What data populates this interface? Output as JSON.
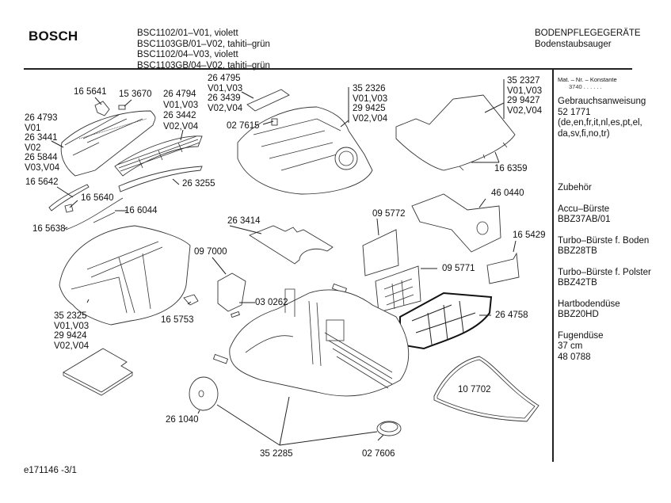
{
  "header": {
    "brand": "BOSCH",
    "models": [
      "BSC1102/01–V01, violett",
      "BSC1103GB/01–V02, tahiti–grün",
      "BSC1102/04–V03, violett",
      "BSC1103GB/04–V02, tahiti–grün"
    ],
    "category": "BODENPFLEGEGERÄTE",
    "subcategory": "Bodenstaubsauger"
  },
  "sidebar": {
    "mat_label": "Mat. – Nr. – Konstante",
    "mat_value": "3740 . . . . . .",
    "manual": {
      "title": "Gebrauchsanweisung",
      "number": "52 1771",
      "langs1": "(de,en,fr,it,nl,es,pt,el,",
      "langs2": "da,sv,fi,no,tr)"
    },
    "accessories_title": "Zubehör",
    "accessories": [
      {
        "name": "Accu–Bürste",
        "code": "BBZ37AB/01"
      },
      {
        "name": "Turbo–Bürste f. Boden",
        "code": "BBZ28TB"
      },
      {
        "name": "Turbo–Bürste f. Polster",
        "code": "BBZ42TB"
      },
      {
        "name": "Hartbodendüse",
        "code": "BBZ20HD"
      }
    ],
    "nozzle": {
      "name": "Fugendüse",
      "size": "37 cm",
      "code": "48 0788"
    }
  },
  "parts": {
    "p165641": "16 5641",
    "p153670": "15 3670",
    "p264794": [
      "26 4794",
      "V01,V03",
      "26 3442",
      "V02,V04"
    ],
    "p264793": [
      "26 4793",
      "V01",
      "26 3441",
      "V02",
      "26 5844",
      "V03,V04"
    ],
    "p264795": [
      "26 4795",
      "V01,V03",
      "26 3439",
      "V02,V04"
    ],
    "p027615": "02 7615",
    "p352326": [
      "35 2326",
      "V01,V03",
      "29 9425",
      "V02,V04"
    ],
    "p352327": [
      "35 2327",
      "V01,V03",
      "29 9427",
      "V02,V04"
    ],
    "p166359": "16 6359",
    "p165642": "16 5642",
    "p165640": "16 5640",
    "p166044": "16 6044",
    "p165638": "16 5638",
    "p263255": "26 3255",
    "p263414": "26 3414",
    "p460440": "46 0440",
    "p095772": "09 5772",
    "p165429": "16 5429",
    "p097000": "09 7000",
    "p095771": "09 5771",
    "p030262": "03 0262",
    "p352325": [
      "35 2325",
      "V01,V03",
      "29 9424",
      "V02,V04"
    ],
    "p165753": "16 5753",
    "p264758": "26 4758",
    "p107702": "10 7702",
    "p261040": "26 1040",
    "p352285": "35 2285",
    "p027606": "02 7606"
  },
  "footer": {
    "doc_id": "e171146 -3/1"
  }
}
